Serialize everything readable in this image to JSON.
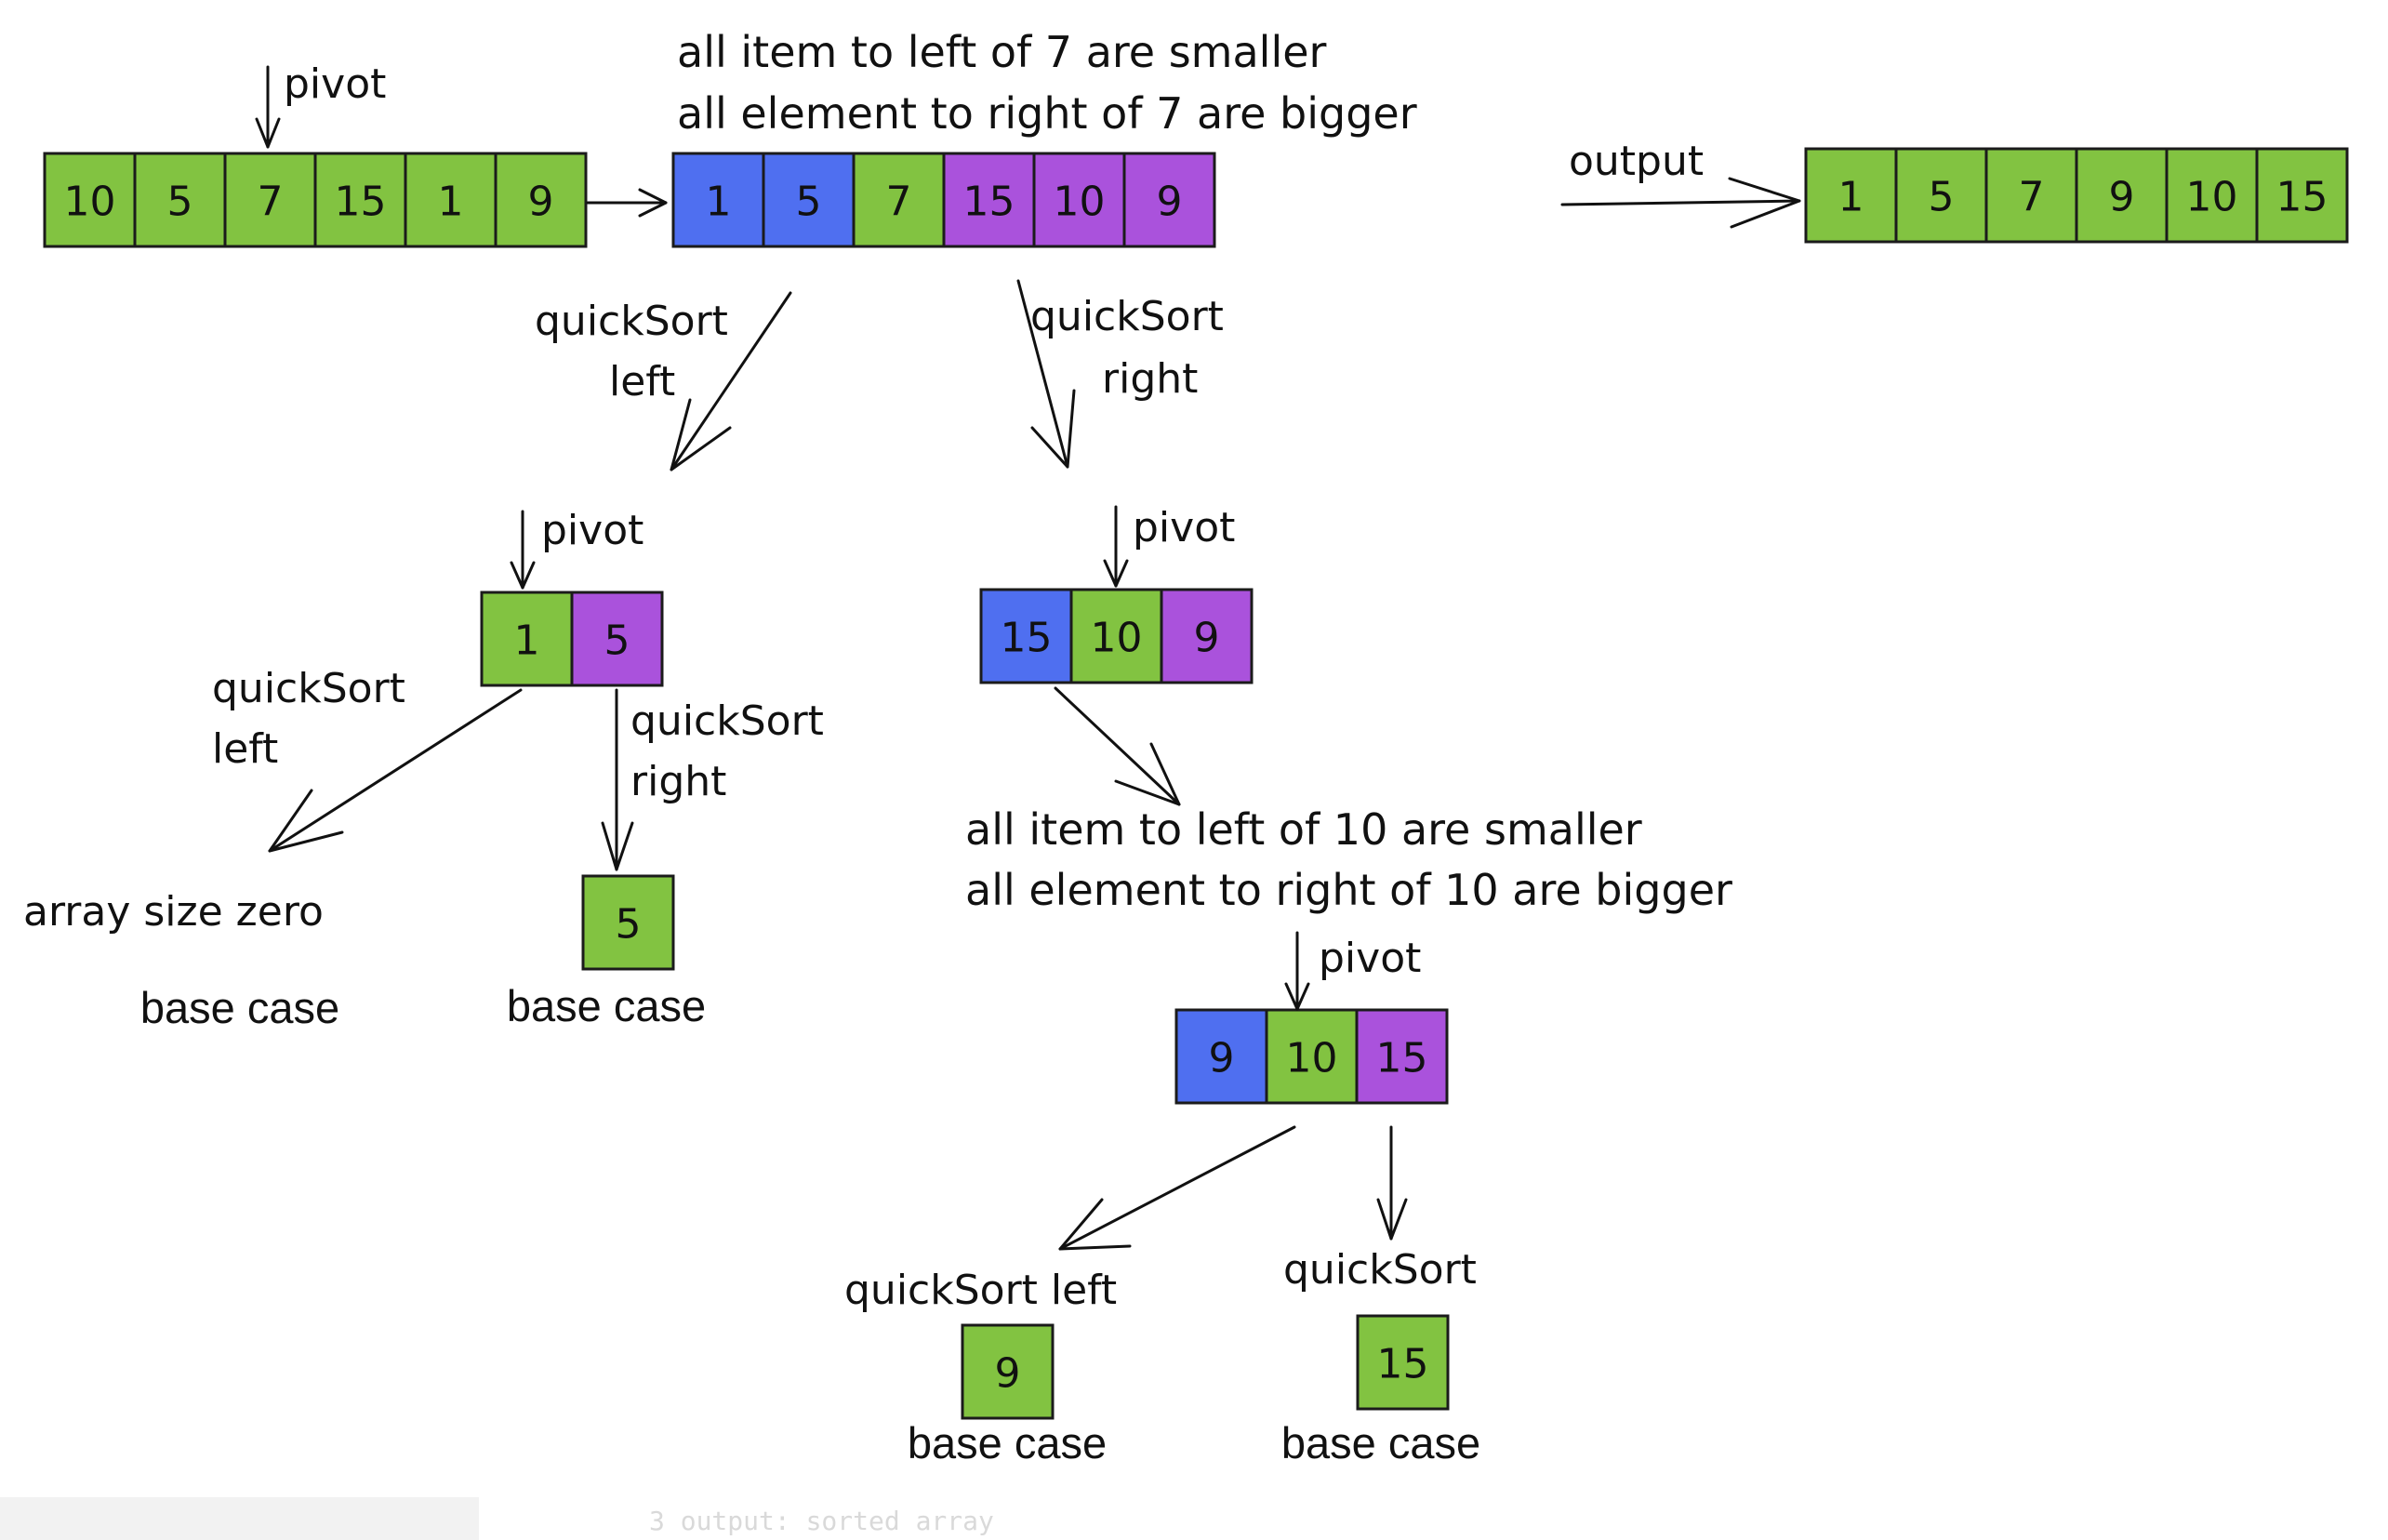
{
  "colors": {
    "green": "#82c341",
    "blue": "#4f6ff0",
    "purple": "#aa52dc",
    "stroke": "#1b1b1b"
  },
  "arrays": [
    {
      "name": "initial-array",
      "cells": [
        [
          "10",
          "green"
        ],
        [
          "5",
          "green"
        ],
        [
          "7",
          "green"
        ],
        [
          "15",
          "green"
        ],
        [
          "1",
          "green"
        ],
        [
          "9",
          "green"
        ]
      ]
    },
    {
      "name": "partitioned-array",
      "cells": [
        [
          "1",
          "blue"
        ],
        [
          "5",
          "blue"
        ],
        [
          "7",
          "green"
        ],
        [
          "15",
          "purple"
        ],
        [
          "10",
          "purple"
        ],
        [
          "9",
          "purple"
        ]
      ]
    },
    {
      "name": "output-array",
      "cells": [
        [
          "1",
          "green"
        ],
        [
          "5",
          "green"
        ],
        [
          "7",
          "green"
        ],
        [
          "9",
          "green"
        ],
        [
          "10",
          "green"
        ],
        [
          "15",
          "green"
        ]
      ]
    },
    {
      "name": "left-subarray",
      "cells": [
        [
          "1",
          "green"
        ],
        [
          "5",
          "purple"
        ]
      ]
    },
    {
      "name": "right-subarray",
      "cells": [
        [
          "15",
          "blue"
        ],
        [
          "10",
          "green"
        ],
        [
          "9",
          "purple"
        ]
      ]
    },
    {
      "name": "left-base-array",
      "cells": [
        [
          "5",
          "green"
        ]
      ]
    },
    {
      "name": "right-partitioned-array",
      "cells": [
        [
          "9",
          "blue"
        ],
        [
          "10",
          "green"
        ],
        [
          "15",
          "purple"
        ]
      ]
    },
    {
      "name": "final-left-base-array",
      "cells": [
        [
          "9",
          "green"
        ]
      ]
    },
    {
      "name": "final-right-base-array",
      "cells": [
        [
          "15",
          "green"
        ]
      ]
    }
  ],
  "labels": {
    "pivot": "pivot",
    "output": "output",
    "partition_note_7_line1": "all item to left of 7 are smaller",
    "partition_note_7_line2": "all element to right of 7 are bigger",
    "partition_note_10_line1": "all item to left of 10 are smaller",
    "partition_note_10_line2": "all element to right of 10 are bigger",
    "quicksort": "quickSort",
    "left": "left",
    "right": "right",
    "quicksort_left": "quickSort left",
    "array_size_zero": "array size zero",
    "base_case": "base case",
    "code_fragment": "3 output: sorted array"
  }
}
